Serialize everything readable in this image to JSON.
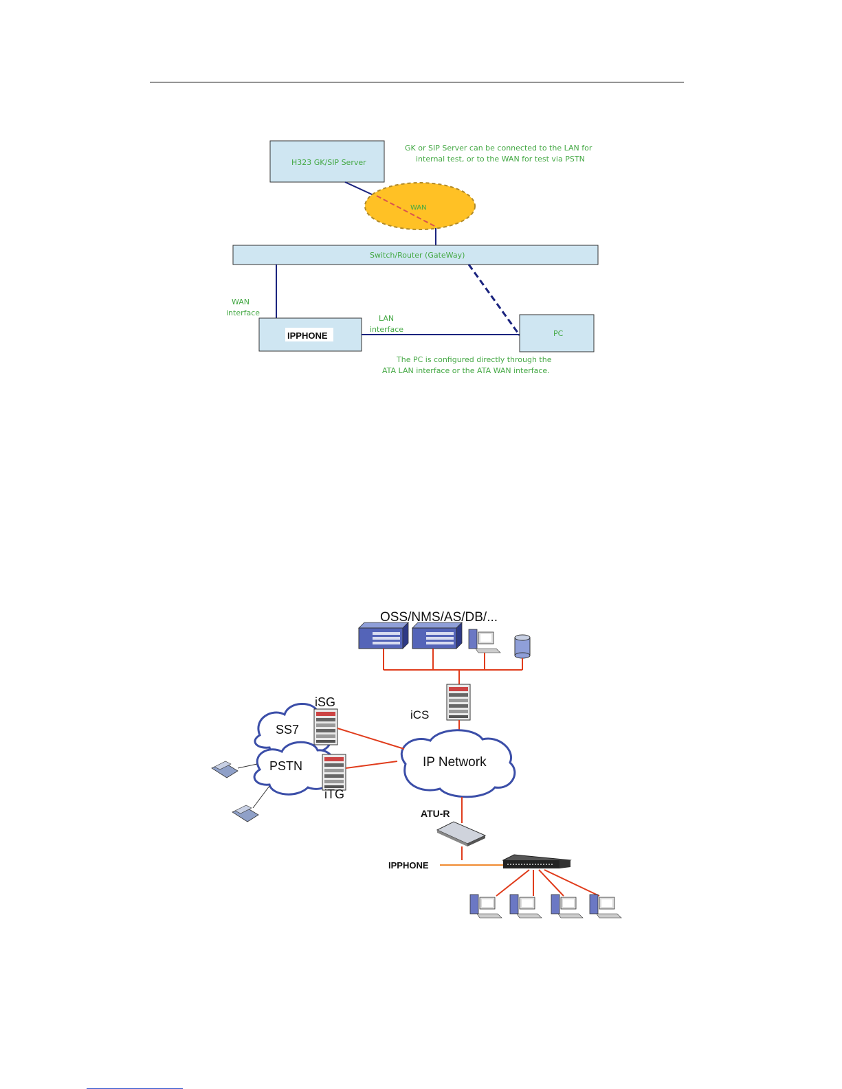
{
  "diagram1": {
    "note_top_line1": "GK or SIP Server can be connected to the LAN for",
    "note_top_line2": "internal test, or to the WAN for test via PSTN",
    "server_label": "H323 GK/SIP Server",
    "wan_label": "WAN",
    "switch_label": "Switch/Router (GateWay)",
    "wan_interface_line1": "WAN",
    "wan_interface_line2": "interface",
    "lan_interface_line1": "LAN",
    "lan_interface_line2": "interface",
    "ipphone_label": "IPPHONE",
    "pc_label": "PC",
    "note_bottom_line1": "The PC is configured directly through the",
    "note_bottom_line2": "ATA LAN interface or the ATA   WAN interface."
  },
  "diagram2": {
    "oss_label": "OSS/NMS/AS/DB/...",
    "ics_label": "iCS",
    "isg_label": "iSG",
    "ss7_label": "SS7",
    "pstn_label": "PSTN",
    "itg_label": "iTG",
    "ip_network_label": "IP Network",
    "atur_label": "ATU-R",
    "ipphone_label": "IPPHONE"
  },
  "colors": {
    "box_fill": "#cfe6f2",
    "wan_fill": "#ffc125",
    "green_text": "#44a844",
    "link_red": "#e03c1c",
    "link_navy": "#1a237e",
    "device_blue": "#4a5aa8"
  }
}
